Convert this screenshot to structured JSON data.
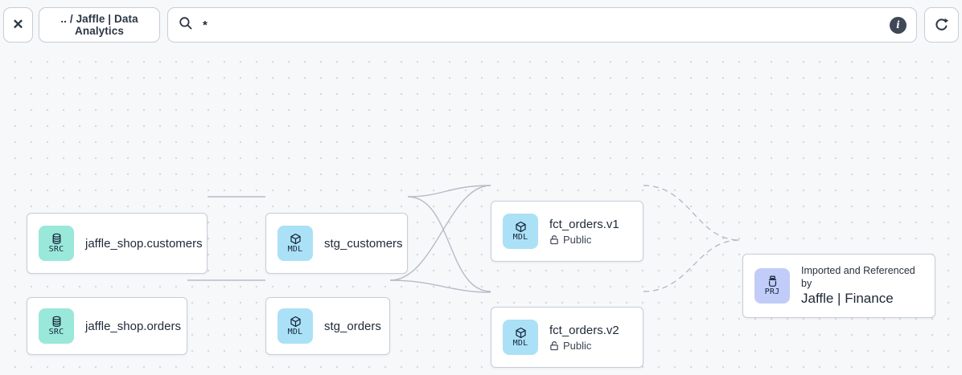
{
  "toolbar": {
    "close_icon_glyph": "✕",
    "breadcrumb": ".. / Jaffle | Data Analytics",
    "search": {
      "value": "*",
      "placeholder": ""
    },
    "info_icon_glyph": "i"
  },
  "colors": {
    "src_badge": "#9ae8da",
    "mdl_badge": "#abe1f6",
    "prj_badge": "#c2ccf8",
    "edge": "#b4bcc9",
    "ink": "#1e2a3c"
  },
  "nodes": [
    {
      "id": "src_customers",
      "type": "source",
      "badge": "SRC",
      "title": "jaffle_shop.customers"
    },
    {
      "id": "src_orders",
      "type": "source",
      "badge": "SRC",
      "title": "jaffle_shop.orders"
    },
    {
      "id": "stg_customers",
      "type": "model",
      "badge": "MDL",
      "title": "stg_customers"
    },
    {
      "id": "stg_orders",
      "type": "model",
      "badge": "MDL",
      "title": "stg_orders"
    },
    {
      "id": "fct_orders_v1",
      "type": "model",
      "badge": "MDL",
      "title": "fct_orders.v1",
      "access": "Public"
    },
    {
      "id": "fct_orders_v2",
      "type": "model",
      "badge": "MDL",
      "title": "fct_orders.v2",
      "access": "Public"
    },
    {
      "id": "prj_finance",
      "type": "project",
      "badge": "PRJ",
      "eyebrow": "Imported and Referenced by",
      "title": "Jaffle | Finance"
    }
  ],
  "edges": [
    {
      "from": "src_customers",
      "to": "stg_customers",
      "style": "solid"
    },
    {
      "from": "src_orders",
      "to": "stg_orders",
      "style": "solid"
    },
    {
      "from": "stg_customers",
      "to": "fct_orders_v1",
      "style": "solid"
    },
    {
      "from": "stg_customers",
      "to": "fct_orders_v2",
      "style": "solid"
    },
    {
      "from": "stg_orders",
      "to": "fct_orders_v1",
      "style": "solid"
    },
    {
      "from": "stg_orders",
      "to": "fct_orders_v2",
      "style": "solid"
    },
    {
      "from": "fct_orders_v1",
      "to": "prj_finance",
      "style": "dashed"
    },
    {
      "from": "fct_orders_v2",
      "to": "prj_finance",
      "style": "dashed"
    }
  ]
}
